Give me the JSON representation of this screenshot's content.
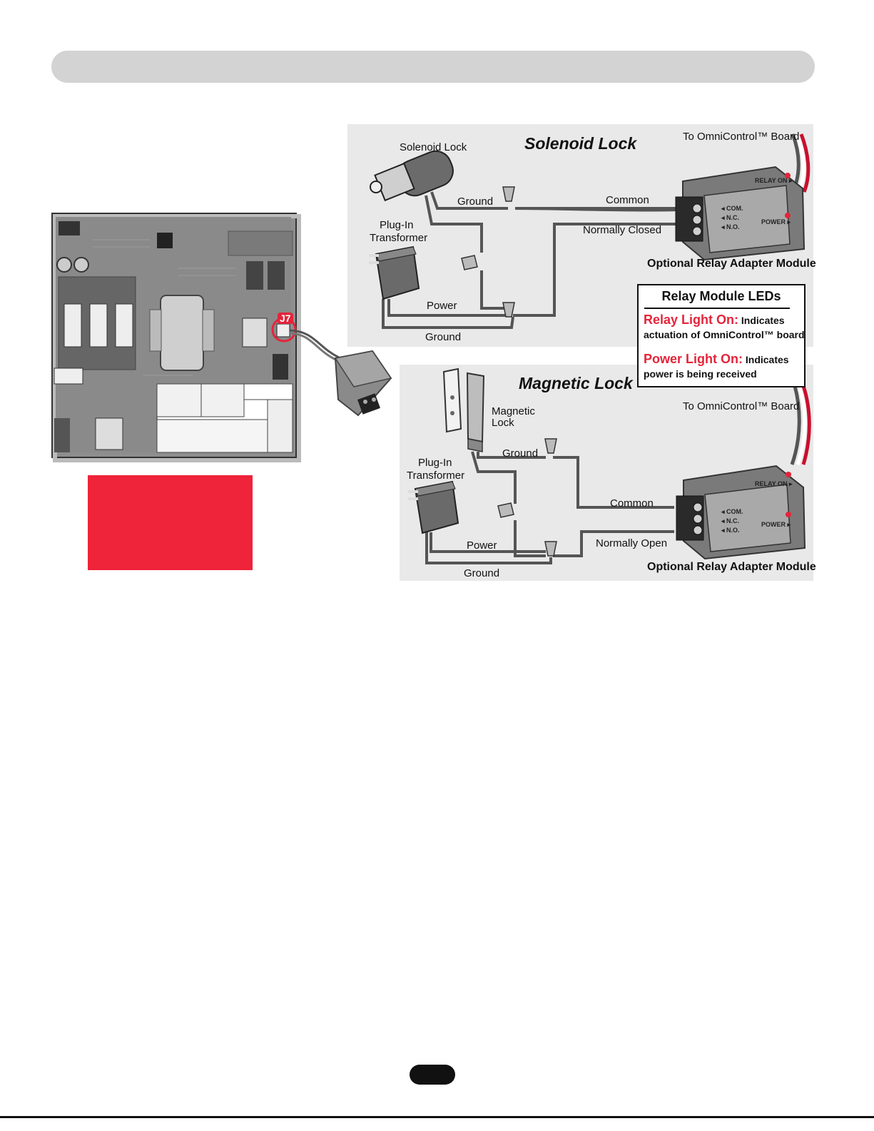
{
  "solenoid": {
    "title": "Solenoid Lock",
    "to_board": "To OmniControl™ Board",
    "lock_label": "Solenoid Lock",
    "transformer_label_1": "Plug-In",
    "transformer_label_2": "Transformer",
    "ground_top": "Ground",
    "common": "Common",
    "normally_closed": "Normally Closed",
    "power": "Power",
    "ground_bottom": "Ground",
    "module_label": "Optional Relay Adapter Module"
  },
  "magnetic": {
    "title": "Magnetic Lock",
    "to_board": "To OmniControl™ Board",
    "lock_label_1": "Magnetic",
    "lock_label_2": "Lock",
    "transformer_label_1": "Plug-In",
    "transformer_label_2": "Transformer",
    "ground_top": "Ground",
    "common": "Common",
    "normally_open": "Normally Open",
    "power": "Power",
    "ground_bottom": "Ground",
    "module_label": "Optional Relay Adapter Module"
  },
  "module_marks": {
    "relay_on": "RELAY ON ▸",
    "power": "POWER ▸",
    "com": "◂ COM.",
    "nc": "◂ N.C.",
    "no": "◂ N.O."
  },
  "led_box": {
    "heading": "Relay Module LEDs",
    "relay_red": "Relay Light On:",
    "relay_text_1": "Indicates",
    "relay_text_2": "actuation of OmniControl™ board",
    "power_red": "Power Light On:",
    "power_text_1": "Indicates",
    "power_text_2": "power is being received"
  },
  "board": {
    "connector_label": "J7"
  },
  "colors": {
    "header_bar": "#d3d3d3",
    "panel": "#e9e9e9",
    "accent_red": "#ef2339",
    "text_red": "#e4243a",
    "wire": "#555555"
  }
}
